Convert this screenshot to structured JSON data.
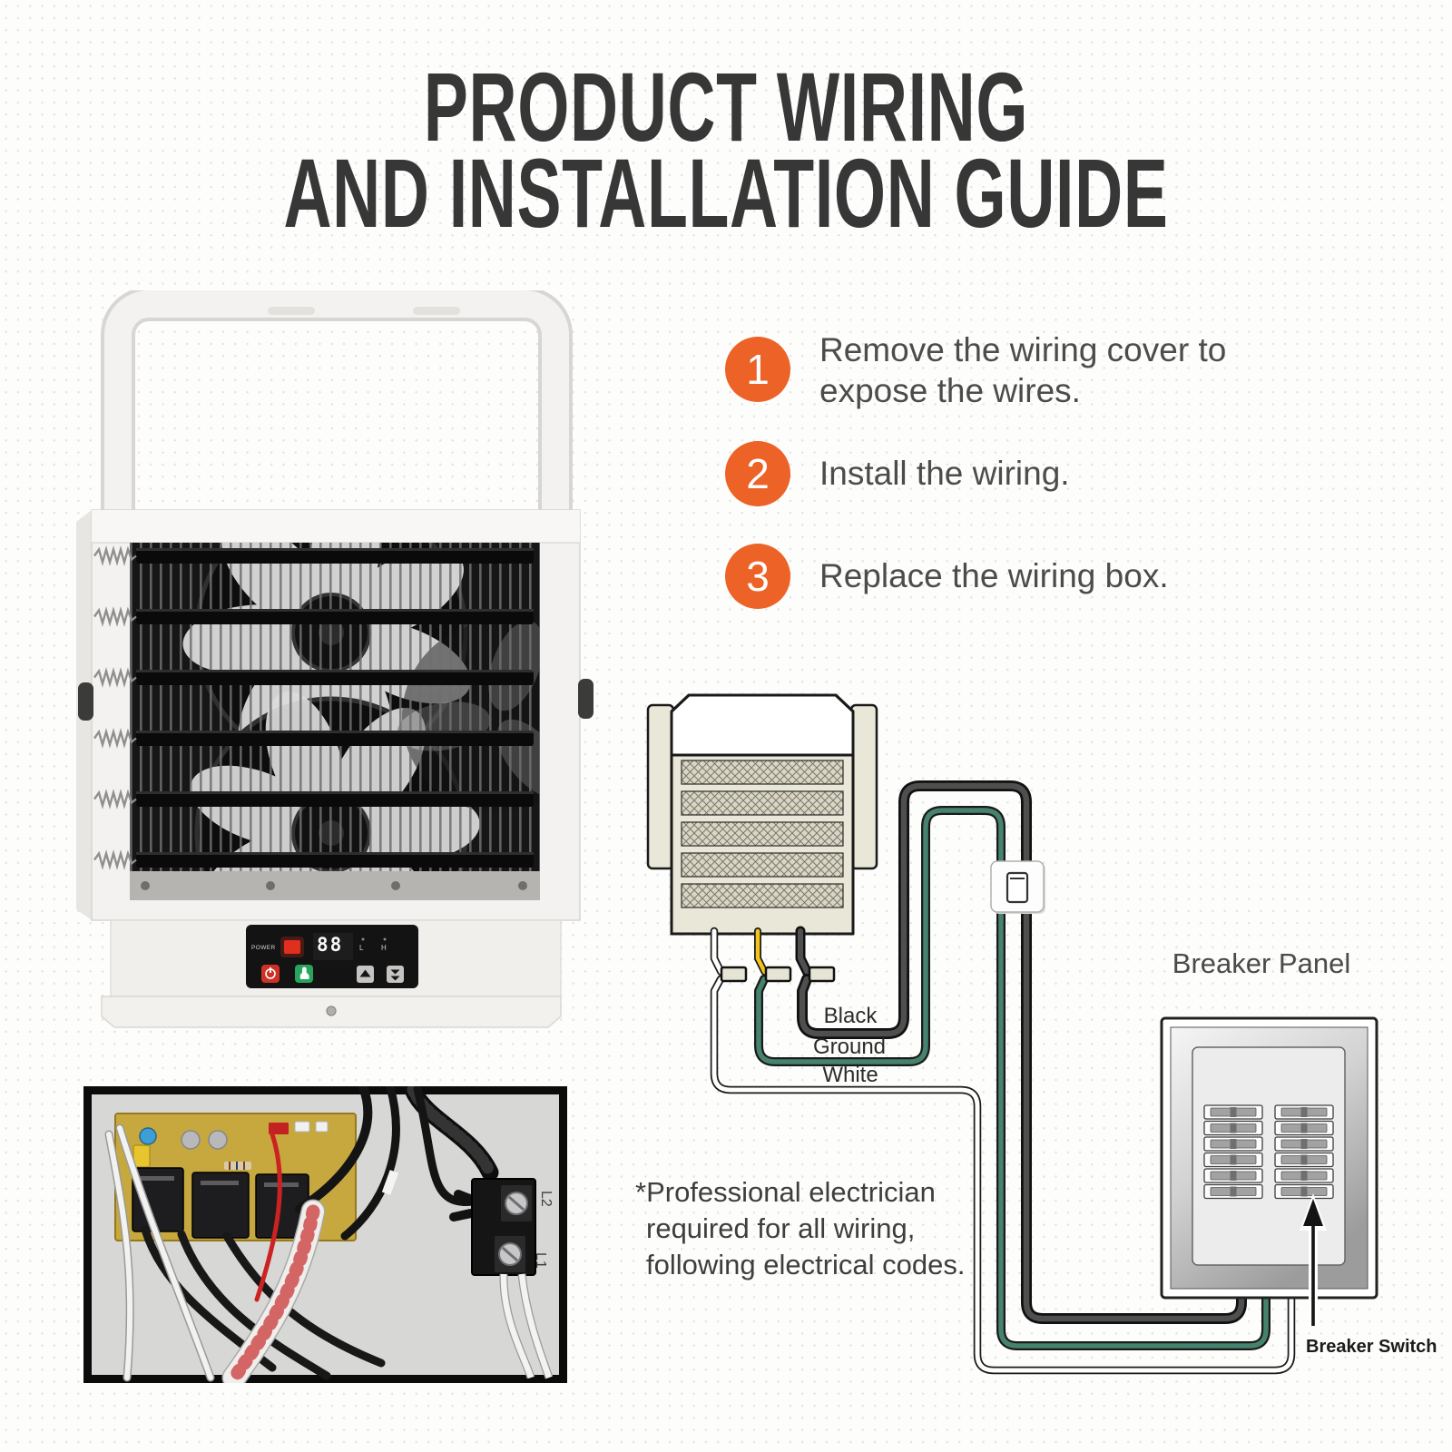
{
  "title": {
    "line1": "PRODUCT WIRING",
    "line2": "AND INSTALLATION GUIDE"
  },
  "steps": [
    {
      "number": "1",
      "text": "Remove the wiring cover to\nexpose the wires."
    },
    {
      "number": "2",
      "text": "Install the wiring."
    },
    {
      "number": "3",
      "text": "Replace the wiring box."
    }
  ],
  "wiring_diagram": {
    "wire_labels": [
      "Black",
      "Ground",
      "White"
    ],
    "breaker_panel_label": "Breaker Panel",
    "breaker_switch_label": "Breaker Switch"
  },
  "note_lines": [
    "*Professional electrician",
    "required for all wiring,",
    "following electrical codes."
  ],
  "heater_control_panel": {
    "power_label": "POWER",
    "display_value": "88",
    "low_label": "L",
    "high_label": "H"
  },
  "internal_photo": {
    "terminal_labels": [
      "L2",
      "L1"
    ]
  },
  "colors": {
    "step_badge_orange": "#ED6227",
    "wire_green": "#45836F",
    "wire_yellow": "#F2C41D",
    "wire_black": "#4F4F4F",
    "heater_beige": "#E9E7D8",
    "title_gray": "#373737"
  }
}
